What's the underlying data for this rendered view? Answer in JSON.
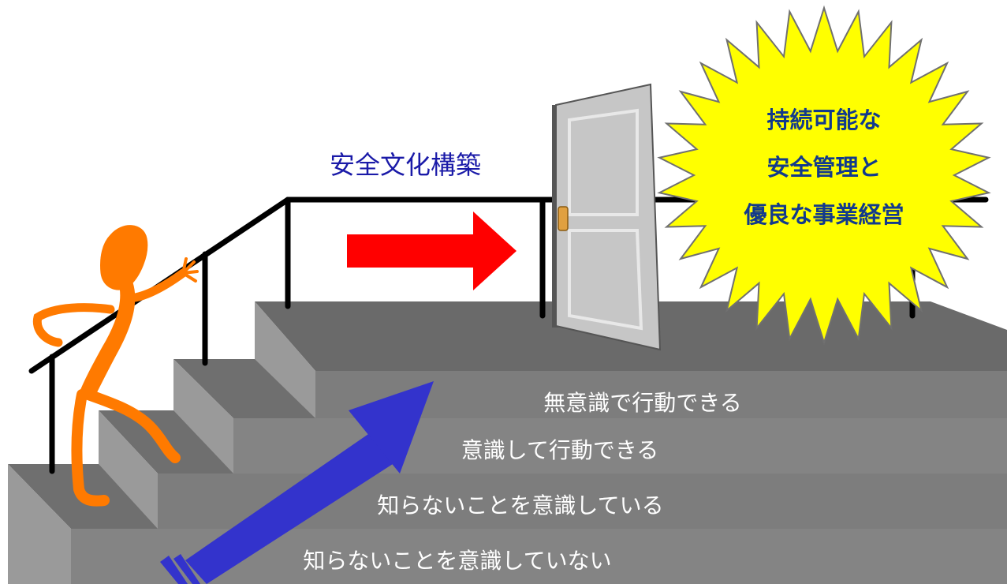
{
  "title": "安全文化構築",
  "steps": [
    "知らないことを意識していない",
    "知らないことを意識している",
    "意識して行動できる",
    "無意識で行動できる"
  ],
  "goal_lines": [
    "持続可能な",
    "安全管理と",
    "優良な事業経営"
  ],
  "colors": {
    "step_top": "#6f6f6f",
    "step_front": "#808080",
    "step_side": "#9a9a9a",
    "figure": "#ff7a00",
    "red_arrow": "#ff0000",
    "blue_arrow": "#3333cc",
    "burst_fill": "#ffff00",
    "burst_text": "#123a8c",
    "title_text": "#1a1aa8",
    "door": "#c8c8c8"
  }
}
